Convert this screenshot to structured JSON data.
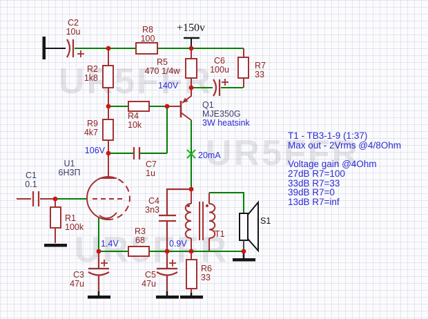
{
  "watermark": {
    "text": "UR5FFR"
  },
  "power": {
    "supply_label": "+150v"
  },
  "components": {
    "C1": {
      "ref": "C1",
      "value": "0.1"
    },
    "C2": {
      "ref": "C2",
      "value": "10u"
    },
    "C3": {
      "ref": "C3",
      "value": "47u"
    },
    "C4": {
      "ref": "C4",
      "value": "3n3"
    },
    "C5": {
      "ref": "C5",
      "value": "47u"
    },
    "C6": {
      "ref": "C6",
      "value": "100u"
    },
    "C7": {
      "ref": "C7",
      "value": "1u"
    },
    "R1": {
      "ref": "R1",
      "value": "100k"
    },
    "R2": {
      "ref": "R2",
      "value": "1k8"
    },
    "R3": {
      "ref": "R3",
      "value": "68"
    },
    "R4": {
      "ref": "R4",
      "value": "10k"
    },
    "R5": {
      "ref": "R5",
      "value": "470 1/4w"
    },
    "R6": {
      "ref": "R6",
      "value": "33"
    },
    "R7": {
      "ref": "R7",
      "value": "33"
    },
    "R8": {
      "ref": "R8",
      "value": "100"
    },
    "R9": {
      "ref": "R9",
      "value": "4k7"
    },
    "U1": {
      "ref": "U1",
      "value": "6Н3П"
    },
    "Q1": {
      "ref": "Q1",
      "value": "MJE350G",
      "note": "3W heatsink"
    },
    "T1": {
      "ref": "T1"
    },
    "S1": {
      "ref": "S1"
    }
  },
  "annotations": {
    "v_emitter": "140V",
    "v_plate": "106V",
    "v_cathode": "1.4V",
    "v_out": "0.9V",
    "i_collector": "20mA"
  },
  "notes": {
    "lines": [
      "T1 - TB3-1-9 (1:37)",
      "Max out - 2Vrms @4/8Ohm",
      "",
      "Voltage gain @4Ohm",
      "27dB R7=100",
      "33dB R7=33",
      "39dB R7=0",
      "13dB R7=inf"
    ]
  },
  "colors": {
    "wire": "#008000",
    "component": "#a33030",
    "junction": "#cc1616",
    "probe": "#1db41d",
    "label_maroon": "#8e2323",
    "label_navy": "#3c3c68",
    "annotation_blue": "#2b2bd4"
  }
}
